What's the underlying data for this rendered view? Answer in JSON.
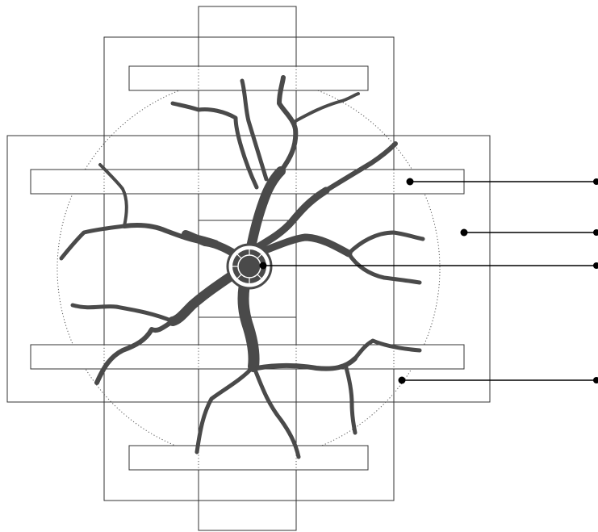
{
  "diagram": {
    "colors": {
      "outline": "#333333",
      "fracture": "#4a4a4a",
      "leader": "#000000",
      "background": "#ffffff"
    },
    "annotation_callouts": [
      {
        "id": "callout-1",
        "label": ""
      },
      {
        "id": "callout-2",
        "label": ""
      },
      {
        "id": "callout-3",
        "label": ""
      },
      {
        "id": "callout-4",
        "label": ""
      }
    ],
    "components": [
      "frame-rectangles",
      "reinforcing-bars",
      "circular-dotted-boundary",
      "radial-fracture-network",
      "central-ring"
    ]
  }
}
